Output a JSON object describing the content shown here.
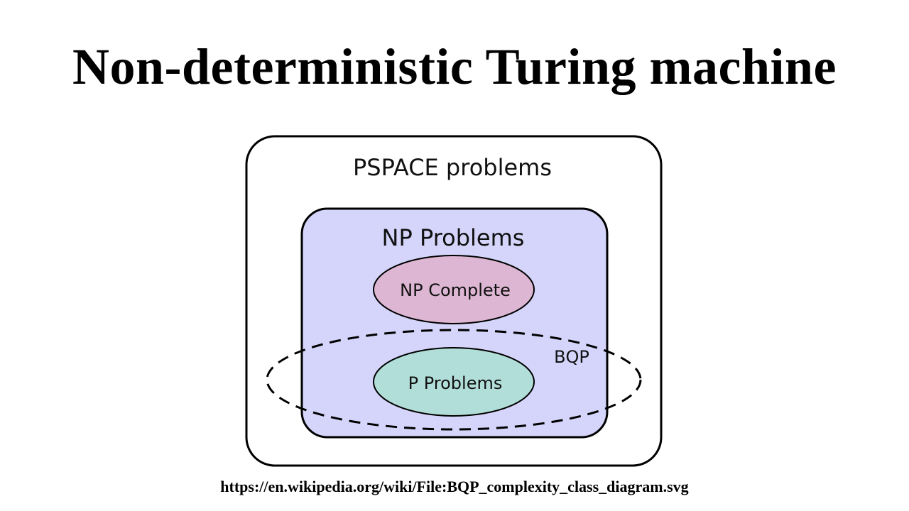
{
  "title": "Non-deterministic Turing machine",
  "diagram": {
    "outer": {
      "label": "PSPACE problems",
      "fill": "#ffffff"
    },
    "np": {
      "label": "NP Problems",
      "fill": "#d5d5fb"
    },
    "np_complete": {
      "label": "NP Complete",
      "fill": "#dcb6d2"
    },
    "p": {
      "label": "P Problems",
      "fill": "#b2ded9"
    },
    "bqp": {
      "label": "BQP",
      "style": "dashed"
    }
  },
  "source_url": "https://en.wikipedia.org/wiki/File:BQP_complexity_class_diagram.svg"
}
